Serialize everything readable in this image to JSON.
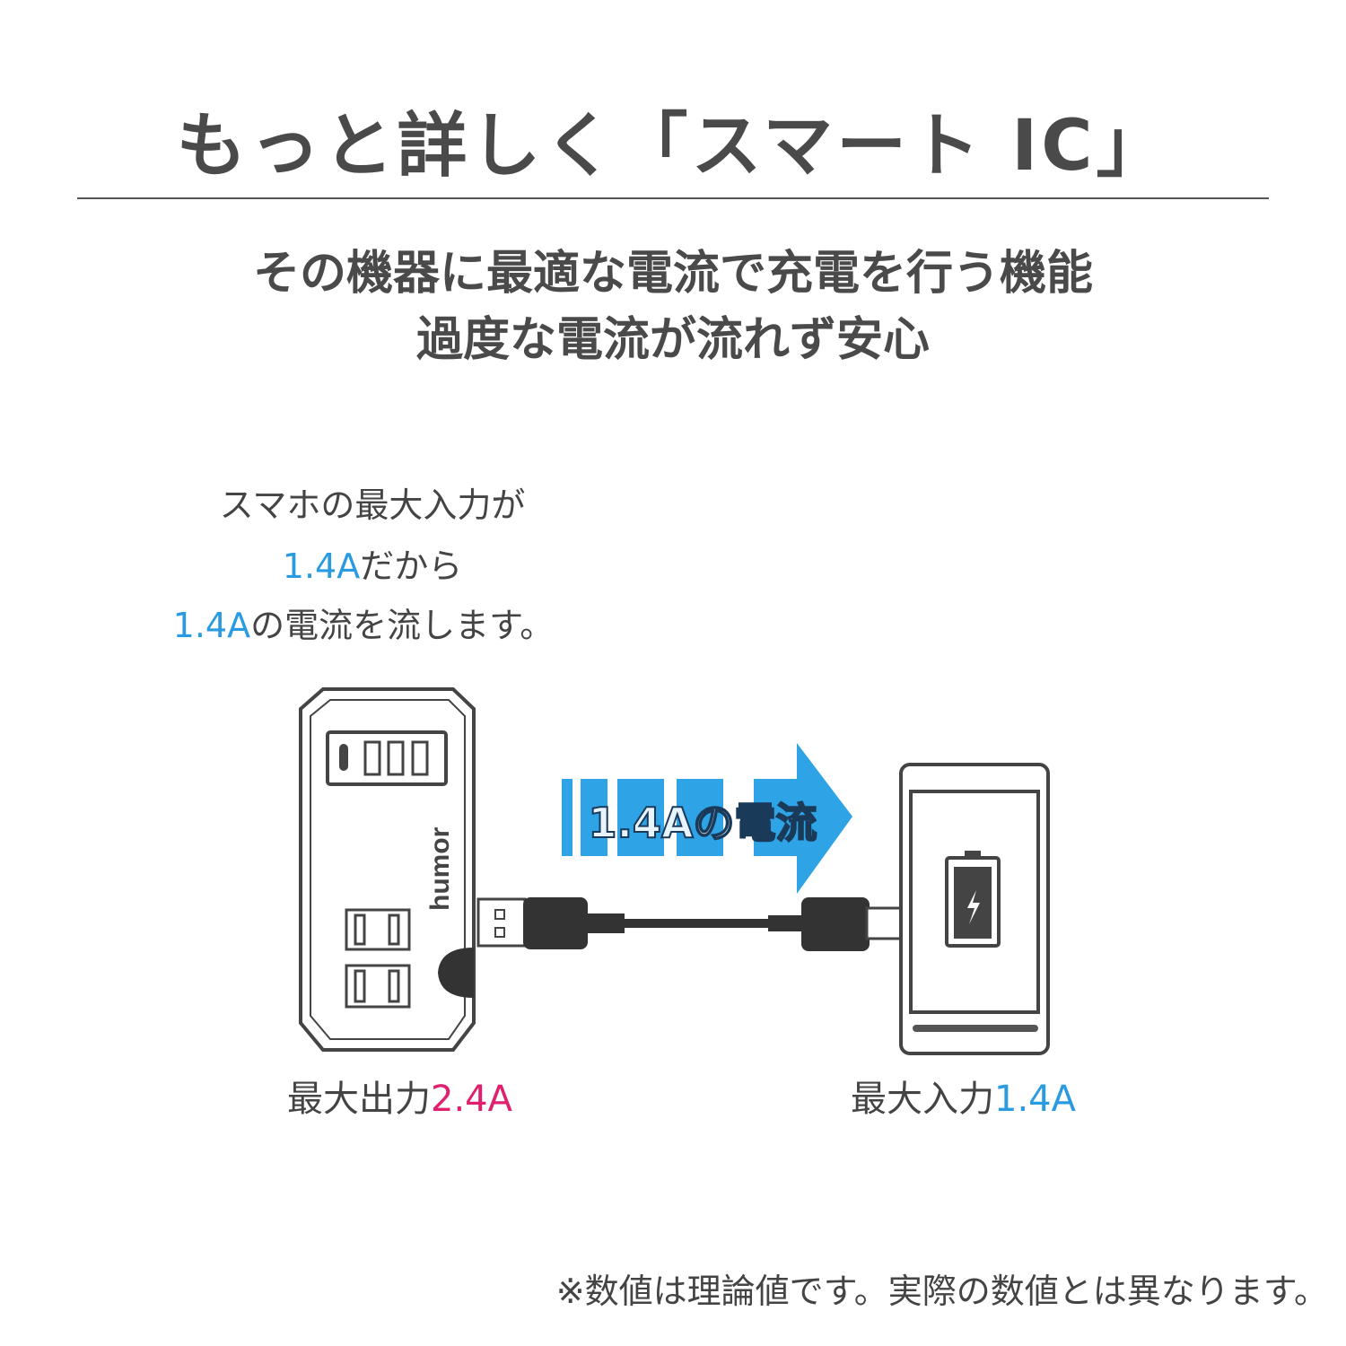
{
  "header": {
    "title": "もっと詳しく「スマート IC」",
    "subtitle_line1": "その機器に最適な電流で充電を行う機能",
    "subtitle_line2": "過度な電流が流れず安心"
  },
  "explanation": {
    "line1": "スマホの最大入力が",
    "line2_value": "1.4A",
    "line2_text": "だから",
    "line3_value": "1.4A",
    "line3_text": "の電流を流します。"
  },
  "diagram": {
    "arrow_label": "1.4Aの電流",
    "brand_logo": "humor",
    "charger_caption_label": "最大出力",
    "charger_caption_value": "2.4A",
    "phone_caption_label": "最大入力",
    "phone_caption_value": "1.4A"
  },
  "footnote": "※数値は理論値です。実際の数値とは異なります。",
  "colors": {
    "accent_blue": "#2a9be0",
    "accent_pink": "#e0206e",
    "arrow": "#2ea3e6",
    "text": "#444444"
  }
}
